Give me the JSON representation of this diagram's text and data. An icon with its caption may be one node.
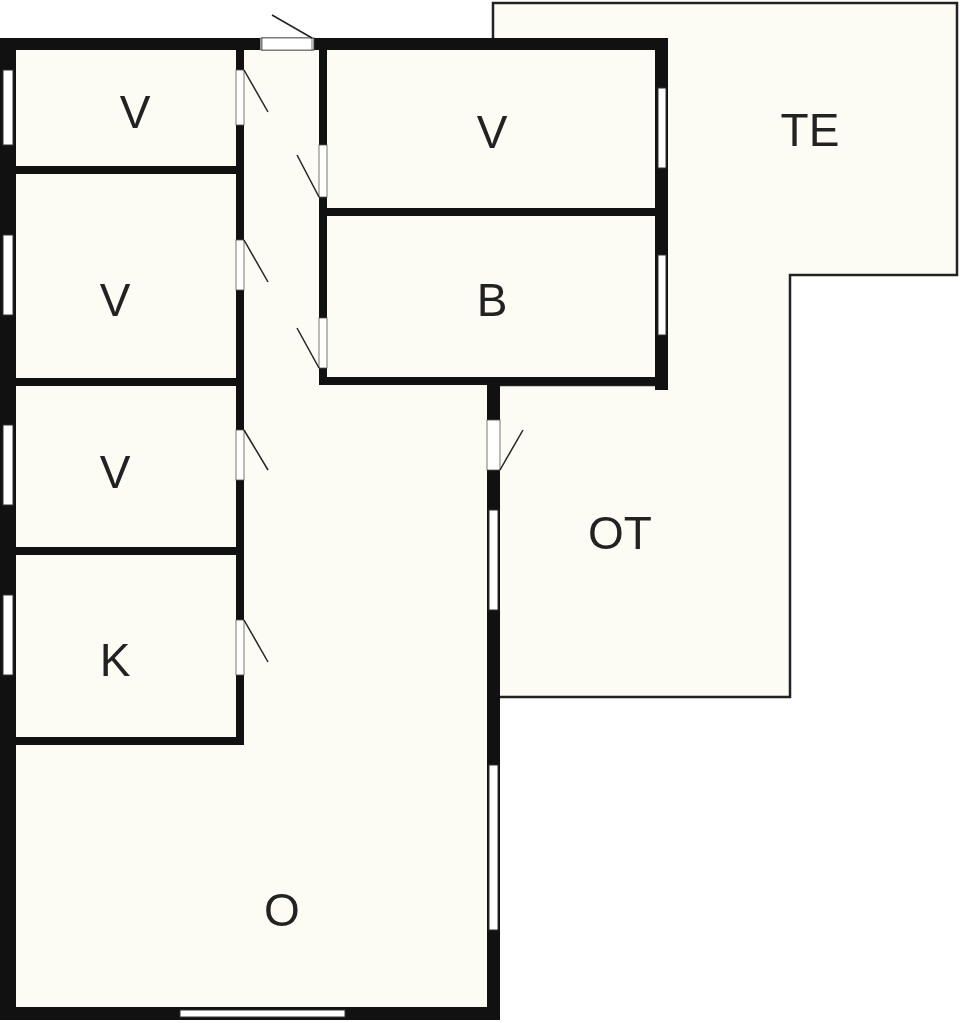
{
  "diagram": {
    "nodes": [
      {
        "text": [
          "V"
        ]
      },
      {
        "text": [
          "V"
        ]
      },
      {
        "text": [
          "TE"
        ]
      },
      {
        "text": [
          "V"
        ]
      },
      {
        "text": [
          "B"
        ]
      },
      {
        "text": [
          "V"
        ]
      },
      {
        "text": [
          "OT"
        ]
      },
      {
        "text": [
          "K"
        ]
      },
      {
        "text": [
          "O"
        ]
      }
    ],
    "edges": []
  }
}
